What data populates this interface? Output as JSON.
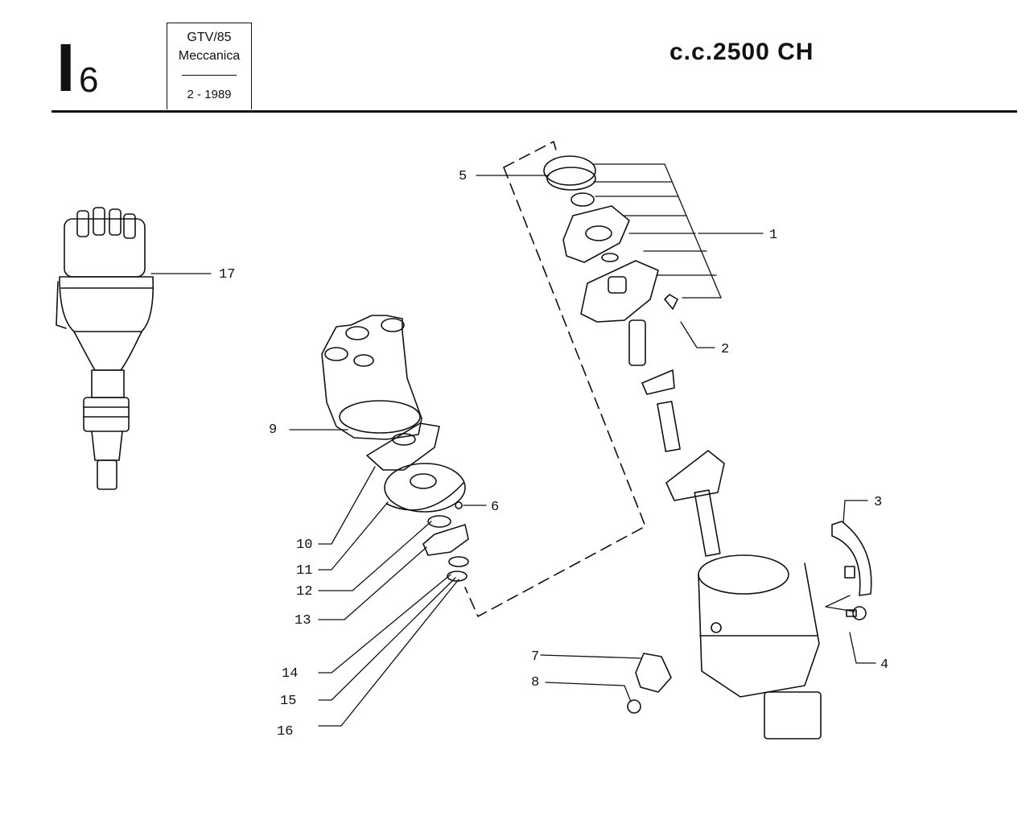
{
  "header": {
    "section_letter": "I",
    "section_number": "6",
    "model": "GTV/85",
    "category": "Meccanica",
    "date": "2 - 1989",
    "engine": "c.c.2500 CH"
  },
  "diagram": {
    "part_labels": {
      "p1": "1",
      "p2": "2",
      "p3": "3",
      "p4": "4",
      "p5": "5",
      "p6": "6",
      "p7": "7",
      "p8": "8",
      "p9": "9",
      "p10": "10",
      "p11": "11",
      "p12": "12",
      "p13": "13",
      "p14": "14",
      "p15": "15",
      "p16": "16",
      "p17": "17"
    }
  }
}
